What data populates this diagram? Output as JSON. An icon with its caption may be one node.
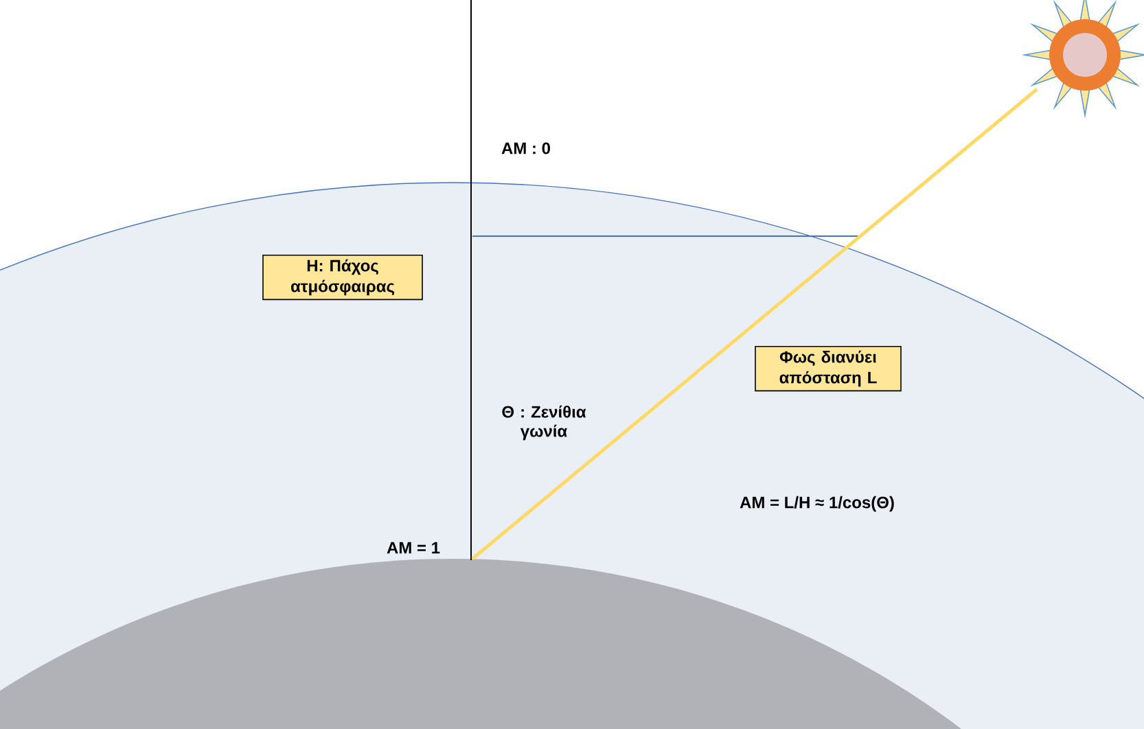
{
  "diagram": {
    "nodes": [
      {
        "text": [
          "Η: Πάχος ατμόσφαιρας"
        ]
      },
      {
        "text": [
          "Φως διανύει απόσταση L"
        ]
      }
    ],
    "edges": [],
    "labels": [
      "AM : 0",
      "Θ : Ζενίθια γωνία",
      "AM = 1",
      "AM = L/H ≈  1/cos(Θ)"
    ]
  }
}
